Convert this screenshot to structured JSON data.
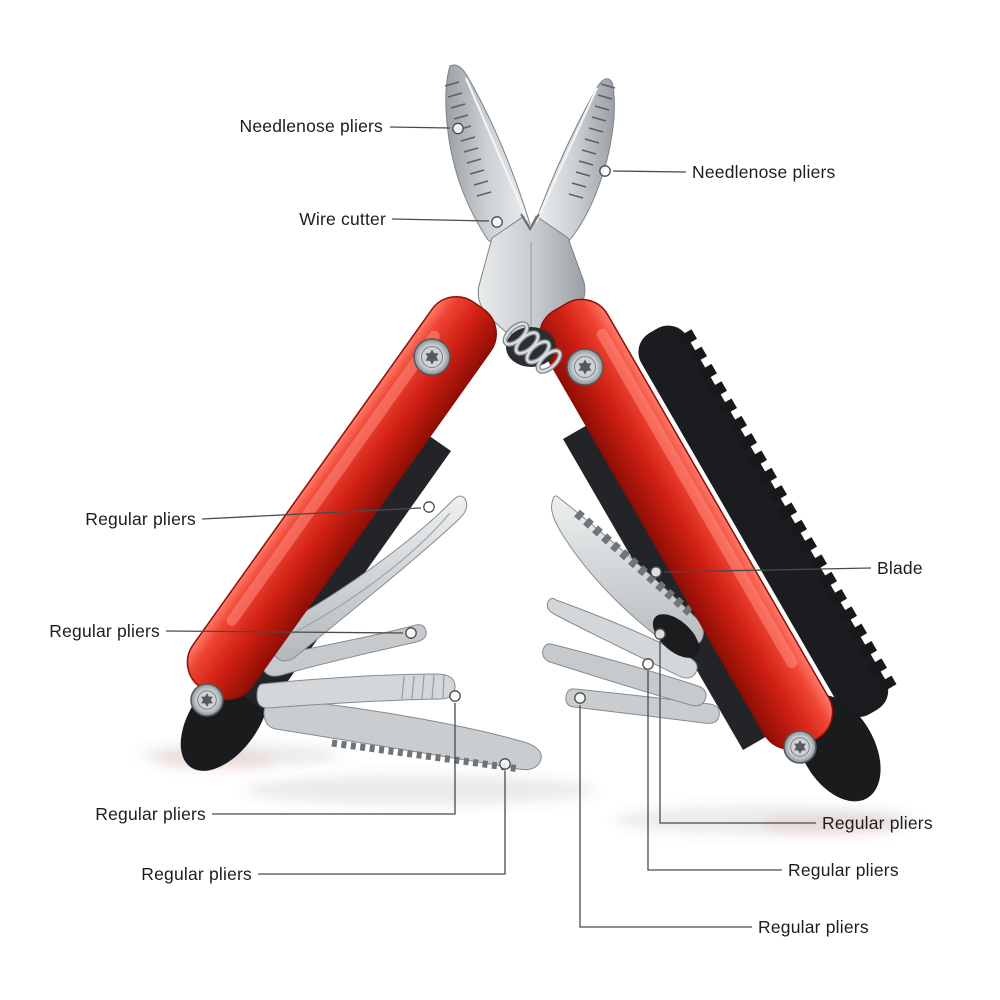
{
  "page": {
    "background_color": "#ffffff",
    "subject": "Multi-function folding pliers multi-tool with annotated parts"
  },
  "illustration": {
    "tool_type": "multi-tool pliers",
    "colors": {
      "handle_red": "#d02013",
      "steel": "#c9cdd0",
      "grip_black": "#1a1b1d",
      "callout_line": "#4a4a4a",
      "label_text": "#1d1d1d"
    }
  },
  "labels": [
    {
      "id": "needlenose-pliers-left",
      "text": "Needlenose pliers"
    },
    {
      "id": "needlenose-pliers-right",
      "text": "Needlenose pliers"
    },
    {
      "id": "wire-cutter",
      "text": "Wire cutter"
    },
    {
      "id": "regular-pliers-upper-left",
      "text": "Regular pliers"
    },
    {
      "id": "regular-pliers-mid-left",
      "text": "Regular pliers"
    },
    {
      "id": "blade",
      "text": "Blade"
    },
    {
      "id": "regular-pliers-bottom-left-1",
      "text": "Regular pliers"
    },
    {
      "id": "regular-pliers-bottom-left-2",
      "text": "Regular pliers"
    },
    {
      "id": "regular-pliers-bottom-right-1",
      "text": "Regular pliers"
    },
    {
      "id": "regular-pliers-bottom-right-2",
      "text": "Regular pliers"
    },
    {
      "id": "regular-pliers-bottom-right-3",
      "text": "Regular pliers"
    }
  ]
}
